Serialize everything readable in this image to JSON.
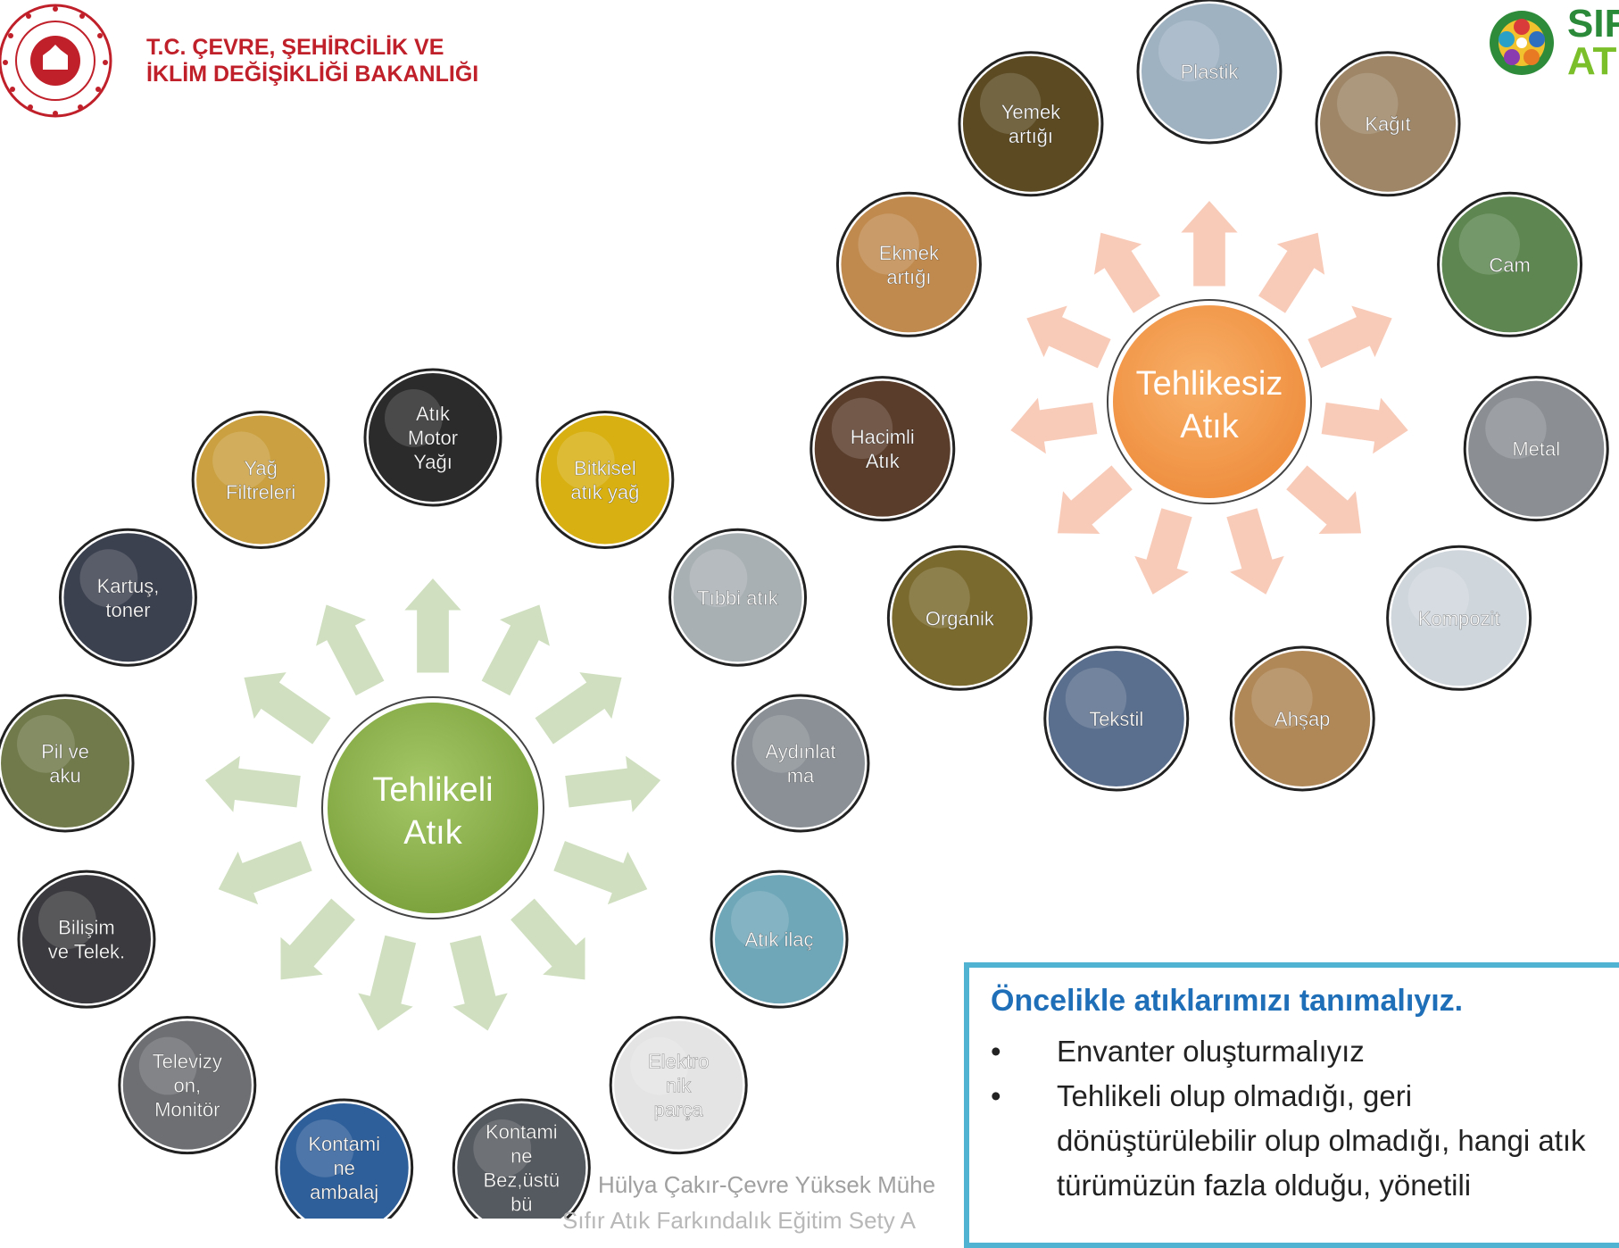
{
  "header": {
    "ministry_line1": "T.C. ÇEVRE, ŞEHİRCİLİK VE",
    "ministry_line2": "İKLİM DEĞİŞİKLİĞİ BAKANLIĞI",
    "brand_text_1": "SIF",
    "brand_text_2": "AT"
  },
  "hazardous": {
    "center_line1": "Tehlikeli",
    "center_line2": "Atık",
    "center_color": "#8db04a",
    "arrow_color": "#cfdfbf",
    "items": [
      {
        "label": "Atık\nMotor\nYağı",
        "icon": "motor-oil-photo",
        "bg": "#2b2b2b"
      },
      {
        "label": "Bitkisel\natık yağ",
        "icon": "vegetable-oil-photo",
        "bg": "#d8b012"
      },
      {
        "label": "Tıbbi atık",
        "icon": "medical-waste-photo",
        "bg": "#a9b0b3"
      },
      {
        "label": "Aydınlat\nma",
        "icon": "lighting-tubes-photo",
        "bg": "#8a9096"
      },
      {
        "label": "Atık ilaç",
        "icon": "medicine-photo",
        "bg": "#6fa7b9"
      },
      {
        "label": "Elektro\nnik\nparça",
        "icon": "mouse-photo",
        "bg": "#e4e4e4"
      },
      {
        "label": "Kontami\nne\nBez,üstü\nbü",
        "icon": "cloth-photo",
        "bg": "#555a60"
      },
      {
        "label": "Kontami\nne\nambalaj",
        "icon": "packaging-photo",
        "bg": "#2f5f9a"
      },
      {
        "label": "Televizy\non,\nMonitör",
        "icon": "monitor-photo",
        "bg": "#6d6f72"
      },
      {
        "label": "Bilişim\nve Telek.",
        "icon": "it-devices-photo",
        "bg": "#3b3b3f"
      },
      {
        "label": "Pil ve\naku",
        "icon": "battery-photo",
        "bg": "#707a4a"
      },
      {
        "label": "Kartuş,\ntoner",
        "icon": "cartridge-photo",
        "bg": "#3c4150"
      },
      {
        "label": "Yağ\nFiltreleri",
        "icon": "oil-filter-photo",
        "bg": "#caa040"
      }
    ]
  },
  "nonhazardous": {
    "center_line1": "Tehlikesiz",
    "center_line2": "Atık",
    "center_color": "#f4a055",
    "arrow_color": "#f8cbb9",
    "items": [
      {
        "label": "Plastik",
        "icon": "plastic-photo",
        "bg": "#9fb2c2"
      },
      {
        "label": "Kağıt",
        "icon": "paper-photo",
        "bg": "#9e8667"
      },
      {
        "label": "Cam",
        "icon": "glass-photo",
        "bg": "#5d8650"
      },
      {
        "label": "Metal",
        "icon": "metal-photo",
        "bg": "#8b8f93"
      },
      {
        "label": "Kompozit",
        "icon": "composite-photo",
        "bg": "#cfd6dc"
      },
      {
        "label": "Ahşap",
        "icon": "wood-photo",
        "bg": "#b08858"
      },
      {
        "label": "Tekstil",
        "icon": "textile-photo",
        "bg": "#5a6f8e"
      },
      {
        "label": "Organik",
        "icon": "organic-photo",
        "bg": "#7b6a2e"
      },
      {
        "label": "Hacimli\nAtık",
        "icon": "bulky-furniture-photo",
        "bg": "#5a3d2b"
      },
      {
        "label": "Ekmek\nartığı",
        "icon": "bread-photo",
        "bg": "#c08a4e"
      },
      {
        "label": "Yemek\nartığı",
        "icon": "food-photo",
        "bg": "#5b4a22"
      }
    ]
  },
  "infobox": {
    "title": "Öncelikle atıklarımızı tanımalıyız.",
    "bullet": "•",
    "items": [
      "Envanter oluşturmalıyız",
      "Tehlikeli olup olmadığı, geri dönüştürülebilir olup olmadığı, hangi atık türümüzün fazla olduğu, yönetili"
    ]
  },
  "footer": {
    "author": "Hülya Çakır-Çevre Yüksek Mühe",
    "line2": "Sıfır Atık Farkındalık Eğitim Sety A"
  }
}
